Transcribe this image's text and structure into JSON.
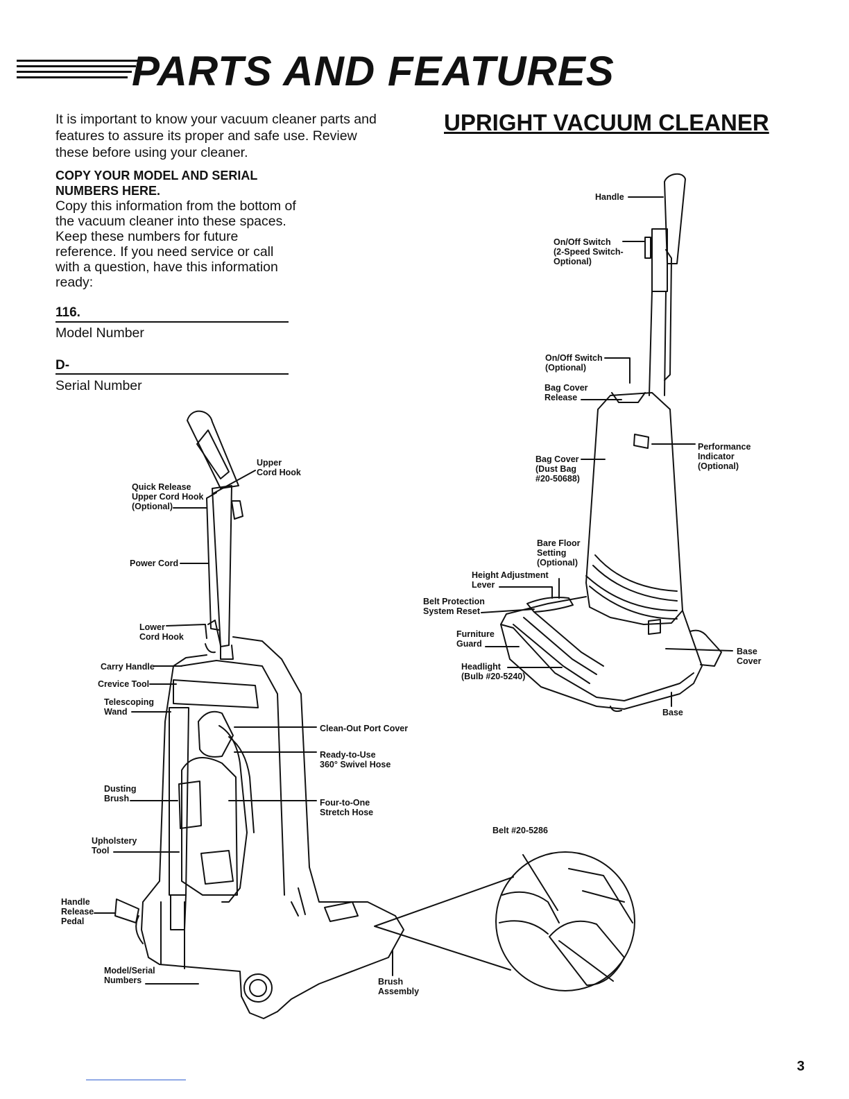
{
  "header": {
    "title": "PARTS AND FEATURES"
  },
  "intro": {
    "text": "It is important to know your vacuum cleaner parts and features to assure its proper and safe use. Review these before using your cleaner."
  },
  "model_section": {
    "heading": "COPY YOUR MODEL AND SERIAL NUMBERS HERE.",
    "instructions": "Copy this information from the bottom of the vacuum cleaner into these spaces. Keep these numbers for future reference. If you need service or call with a question, have this information ready:",
    "model_prefix": "116.",
    "model_label": "Model Number",
    "serial_prefix": "D-",
    "serial_label": "Serial Number"
  },
  "upright": {
    "heading": "UPRIGHT VACUUM CLEANER",
    "labels": {
      "handle": "Handle",
      "onoff_switch_top": "On/Off Switch\n(2-Speed Switch-\nOptional)",
      "onoff_switch": "On/Off Switch\n(Optional)",
      "bag_cover_release": "Bag Cover\nRelease",
      "performance_indicator": "Performance\nIndicator\n(Optional)",
      "bag_cover": "Bag Cover\n(Dust Bag\n#20-50688)",
      "bare_floor": "Bare Floor\nSetting\n(Optional)",
      "height_adjustment": "Height Adjustment\nLever",
      "belt_protection": "Belt Protection\nSystem Reset",
      "furniture_guard": "Furniture\nGuard",
      "headlight": "Headlight\n(Bulb #20-5240)",
      "base_cover": "Base\nCover",
      "base": "Base",
      "belt": "Belt #20-5286"
    }
  },
  "rear_view": {
    "labels": {
      "upper_cord_hook": "Upper\nCord Hook",
      "quick_release": "Quick Release\nUpper Cord Hook\n(Optional)",
      "power_cord": "Power Cord",
      "lower_cord_hook": "Lower\nCord Hook",
      "carry_handle": "Carry Handle",
      "crevice_tool": "Crevice Tool",
      "telescoping_wand": "Telescoping\nWand",
      "clean_out": "Clean-Out Port Cover",
      "ready_to_use": "Ready-to-Use\n360° Swivel Hose",
      "dusting_brush": "Dusting\nBrush",
      "four_to_one": "Four-to-One\nStretch Hose",
      "upholstery_tool": "Upholstery\nTool",
      "handle_release": "Handle\nRelease\nPedal",
      "model_serial": "Model/Serial\nNumbers",
      "brush_assembly": "Brush\nAssembly"
    }
  },
  "page_number": "3"
}
